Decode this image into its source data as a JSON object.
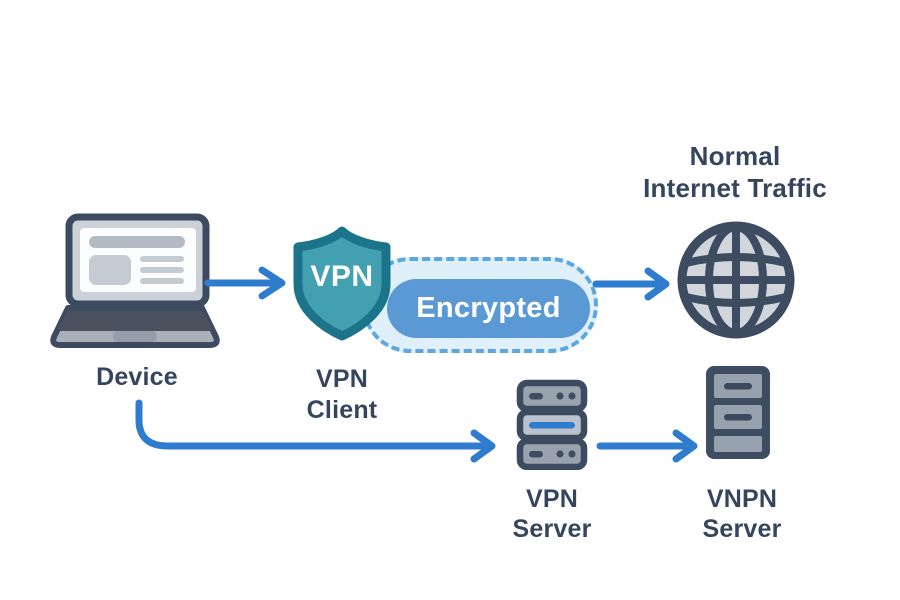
{
  "diagram": {
    "type": "network-flow-diagram",
    "topic": "VPN encrypted traffic vs normal internet traffic",
    "nodes": {
      "device": {
        "label": "Device",
        "icon": "laptop-icon"
      },
      "vpn_client": {
        "badge": "VPN",
        "label": [
          "VPN",
          "Client"
        ],
        "icon": "shield-icon"
      },
      "encrypted_tunnel": {
        "label": "Encrypted"
      },
      "internet": {
        "label": [
          "Normal",
          "Internet Traffic"
        ],
        "icon": "globe-icon"
      },
      "vpn_server": {
        "label": [
          "VPN",
          "Server"
        ],
        "icon": "rack-server-icon"
      },
      "vnpn_server": {
        "label": [
          "VNPN",
          "Server"
        ],
        "icon": "tower-server-icon"
      }
    },
    "edges": [
      {
        "from": "device",
        "to": "vpn_client",
        "style": "straight-arrow"
      },
      {
        "from": "encrypted_tunnel",
        "to": "internet",
        "style": "straight-arrow"
      },
      {
        "from": "device",
        "to": "vpn_server",
        "style": "curved-arrow"
      },
      {
        "from": "vpn_server",
        "to": "vnpn_server",
        "style": "straight-arrow"
      }
    ],
    "colors": {
      "background": "#ffffff",
      "text": "#36455e",
      "arrow_blue": "#2f7ccf",
      "shield_fill": "#42a0b1",
      "shield_border": "#1b7489",
      "capsule_fill": "#dff0fb",
      "capsule_dash": "#5ca7df",
      "pill_fill": "#5a99d4",
      "icon_outline": "#3c4b60",
      "icon_gray_light": "#d2d6db",
      "icon_gray_mid": "#99a3af",
      "icon_gray_panel": "#bac2cb"
    }
  }
}
